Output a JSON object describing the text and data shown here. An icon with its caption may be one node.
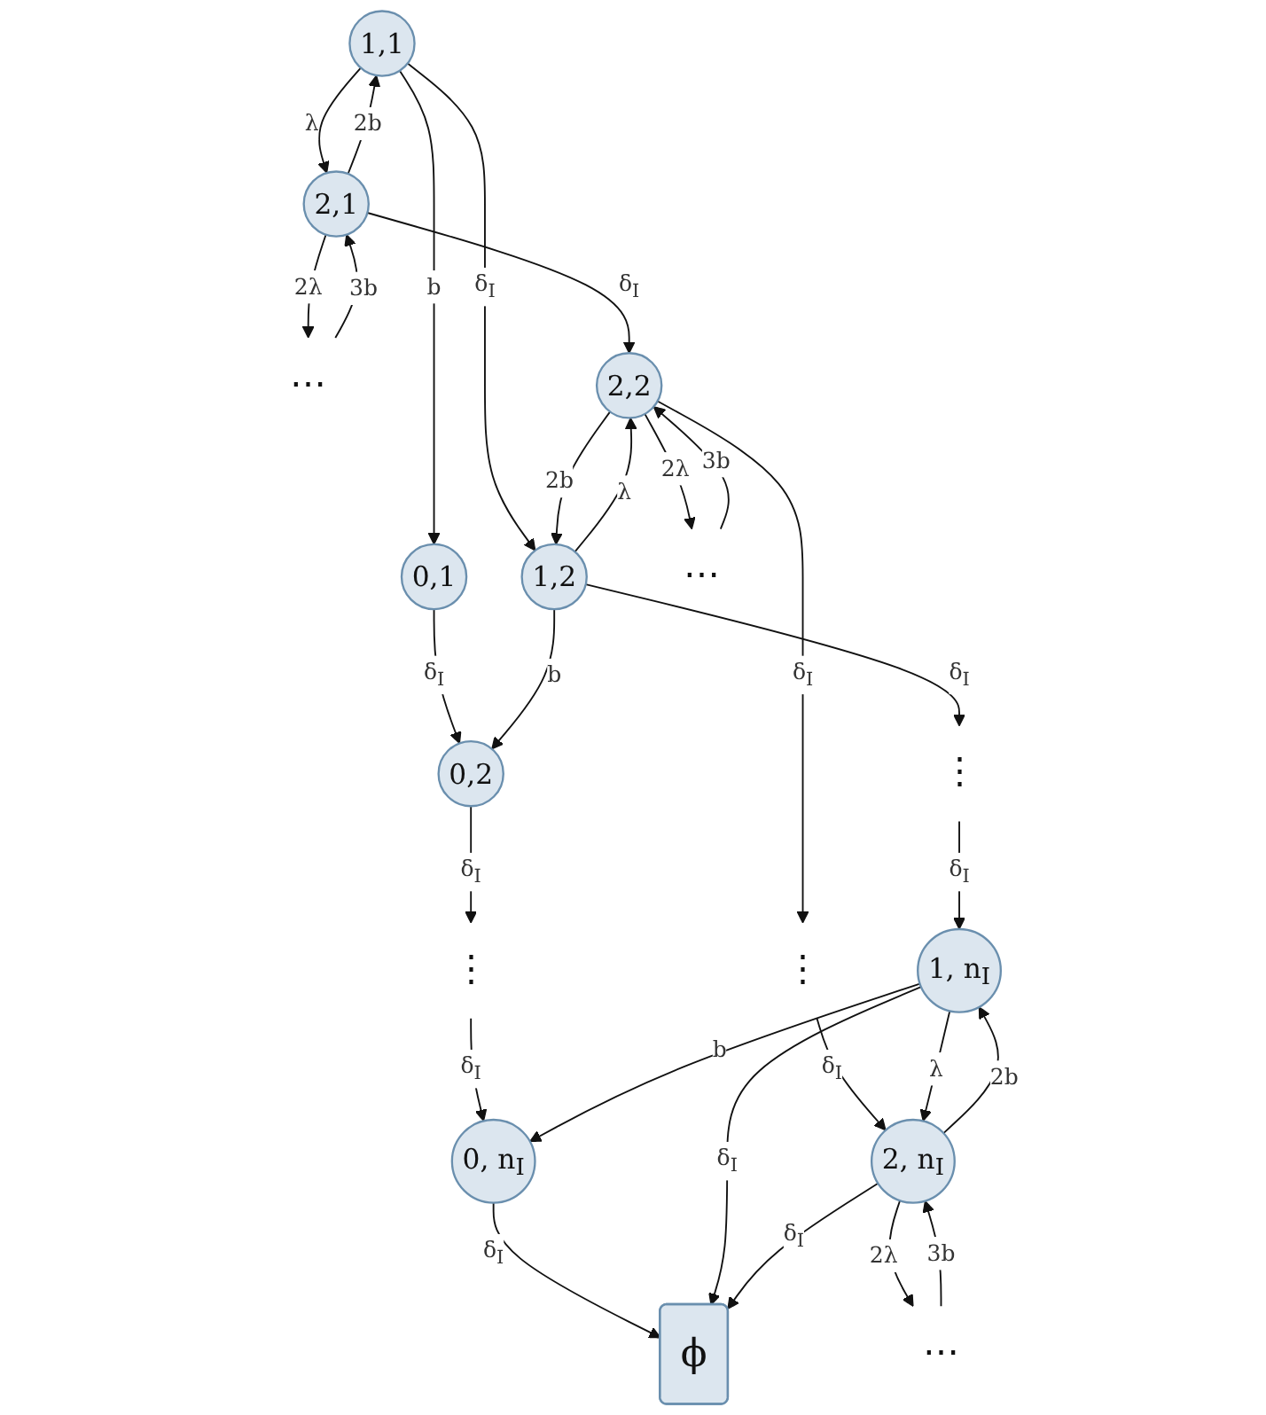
{
  "diagram": {
    "nodes": [
      {
        "text": [
          "0,1"
        ]
      },
      {
        "text": [
          "1,1"
        ]
      },
      {
        "text": [
          "2,1"
        ]
      },
      {
        "text": [
          "⋯"
        ]
      },
      {
        "text": [
          "0,2"
        ]
      },
      {
        "text": [
          "1,2"
        ]
      },
      {
        "text": [
          "2,2"
        ]
      },
      {
        "text": [
          "⋯"
        ]
      },
      {
        "text": [
          "⋮"
        ]
      },
      {
        "text": [
          "⋮"
        ]
      },
      {
        "text": [
          "⋮"
        ]
      },
      {
        "text": [
          "0, n$_{I}$"
        ]
      },
      {
        "text": [
          "1, n$_{I}$"
        ]
      },
      {
        "text": [
          "2, n$_{I}$"
        ]
      },
      {
        "text": [
          "⋯"
        ]
      },
      {
        "text": [
          "ϕ"
        ]
      }
    ],
    "edges": [
      {
        "from": 1,
        "to": 0,
        "arrow": "to",
        "label": "b"
      },
      {
        "from": 1,
        "to": 2,
        "arrow": "to",
        "label": "λ"
      },
      {
        "from": 2,
        "to": 1,
        "arrow": "to",
        "label": "2b"
      },
      {
        "from": 2,
        "to": 3,
        "arrow": "to",
        "label": "2λ"
      },
      {
        "from": 3,
        "to": 2,
        "arrow": "to",
        "label": "3b"
      },
      {
        "from": 0,
        "to": 4,
        "arrow": "to",
        "label": "δ$_{I}$"
      },
      {
        "from": 1,
        "to": 5,
        "arrow": "to",
        "label": "δ$_{I}$"
      },
      {
        "from": 2,
        "to": 6,
        "arrow": "to",
        "label": "δ$_{I}$"
      },
      {
        "from": 5,
        "to": 4,
        "arrow": "to",
        "label": "b"
      },
      {
        "from": 5,
        "to": 6,
        "arrow": "to",
        "label": "λ"
      },
      {
        "from": 6,
        "to": 5,
        "arrow": "to",
        "label": "2b"
      },
      {
        "from": 6,
        "to": 7,
        "arrow": "to",
        "label": "2λ"
      },
      {
        "from": 7,
        "to": 6,
        "arrow": "to",
        "label": "3b"
      },
      {
        "from": 4,
        "to": 8,
        "arrow": "to",
        "label": "δ$_{I}$"
      },
      {
        "from": 5,
        "to": 9,
        "arrow": "to",
        "label": "δ$_{I}$"
      },
      {
        "from": 6,
        "to": 10,
        "arrow": "to",
        "label": "δ$_{I}$"
      },
      {
        "from": 8,
        "to": 11,
        "arrow": "to",
        "label": "δ$_{I}$"
      },
      {
        "from": 9,
        "to": 12,
        "arrow": "to",
        "label": "δ$_{I}$"
      },
      {
        "from": 10,
        "to": 13,
        "arrow": "to",
        "label": "δ$_{I}$"
      },
      {
        "from": 12,
        "to": 11,
        "arrow": "to",
        "label": "b"
      },
      {
        "from": 12,
        "to": 13,
        "arrow": "to",
        "label": "λ"
      },
      {
        "from": 13,
        "to": 12,
        "arrow": "to",
        "label": "2b"
      },
      {
        "from": 13,
        "to": 14,
        "arrow": "to",
        "label": "2λ"
      },
      {
        "from": 14,
        "to": 13,
        "arrow": "to",
        "label": "3b"
      },
      {
        "from": 11,
        "to": 15,
        "arrow": "to",
        "label": "δ$_{I}$"
      },
      {
        "from": 12,
        "to": 15,
        "arrow": "to",
        "label": "δ$_{I}$"
      },
      {
        "from": 13,
        "to": 15,
        "arrow": "to",
        "label": "δ$_{I}$"
      }
    ]
  }
}
